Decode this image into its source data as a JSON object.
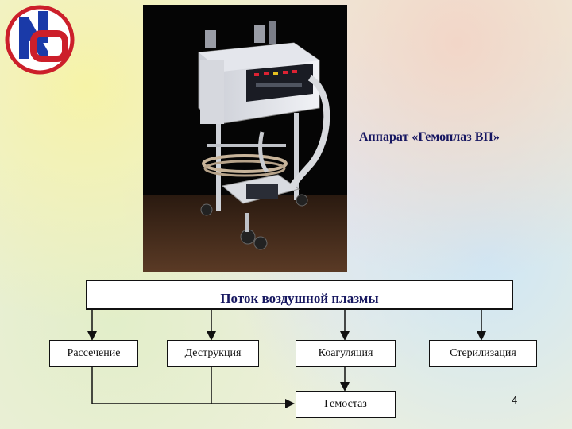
{
  "logo": {
    "letters": "NO",
    "colors": {
      "ring": "#cc1f2a",
      "letter_n": "#1a3aa8",
      "letter_o": "#cc1f2a"
    }
  },
  "photo": {
    "description_icon": "medical-device-photo"
  },
  "caption": "Аппарат «Гемоплаз ВП»",
  "diagram": {
    "root": "Поток воздушной плазмы",
    "branches": [
      "Рассечение",
      "Деструкция",
      "Коагуляция",
      "Стерилизация"
    ],
    "result": "Гемостаз"
  },
  "page_number": "4",
  "colors": {
    "accent_text": "#171860",
    "line": "#111111",
    "box_bg": "#ffffff"
  }
}
